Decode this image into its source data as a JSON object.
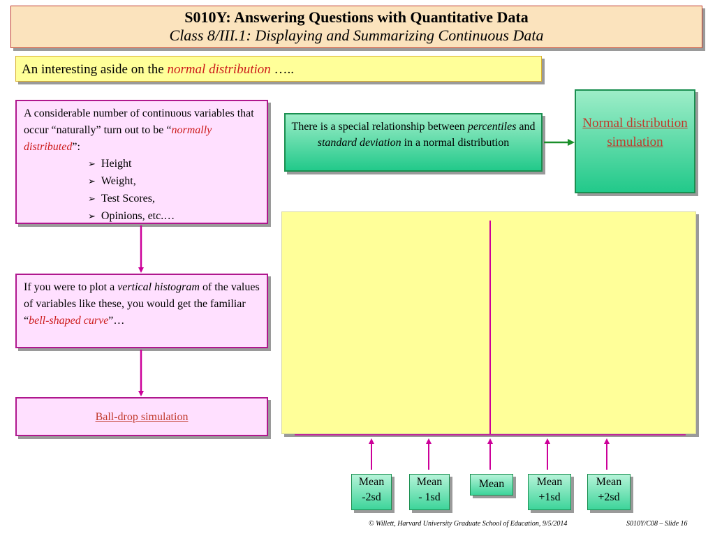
{
  "title": {
    "line1": "S010Y: Answering Questions with Quantitative Data",
    "line2": "Class 8/III.1: Displaying and Summarizing Continuous Data"
  },
  "aside": {
    "prefix": "An interesting aside on the ",
    "emphasis": "normal distribution",
    "suffix": " ….."
  },
  "intro_box": {
    "text_a": "A considerable number of continuous variables that occur “naturally” turn out to be “",
    "emphasis": "normally distributed",
    "text_b": "”:",
    "items": [
      "Height",
      "Weight,",
      "Test Scores,",
      "Opinions, etc.…"
    ]
  },
  "histogram_box": {
    "text_a": "If you were to plot a ",
    "emphasis1": "vertical histogram",
    "text_b": " of the values of variables like these, you would get the familiar “",
    "emphasis2": "bell-shaped curve",
    "text_c": "”…"
  },
  "ball_drop_link": "Ball-drop simulation",
  "relationship_box": {
    "text_a": "There is a special relationship between ",
    "emphasis1": "percentiles",
    "text_b": " and ",
    "emphasis2": "standard deviation",
    "text_c": " in a normal distribution"
  },
  "simulation_link": "Normal distribution simulation",
  "markers": [
    {
      "line1": "Mean",
      "line2": "-2sd"
    },
    {
      "line1": "Mean",
      "line2": "- 1sd"
    },
    {
      "line1": "Mean",
      "line2": ""
    },
    {
      "line1": "Mean",
      "line2": "+1sd"
    },
    {
      "line1": "Mean",
      "line2": "+2sd"
    }
  ],
  "footer": {
    "credit": "© Willett, Harvard University Graduate School of Education, 9/5/2014",
    "slide": "S010Y/C08 – Slide 16"
  },
  "colors": {
    "accent_red": "#cc1a1a",
    "magenta": "#cc0099",
    "green_arrow": "#1a8f2a"
  }
}
